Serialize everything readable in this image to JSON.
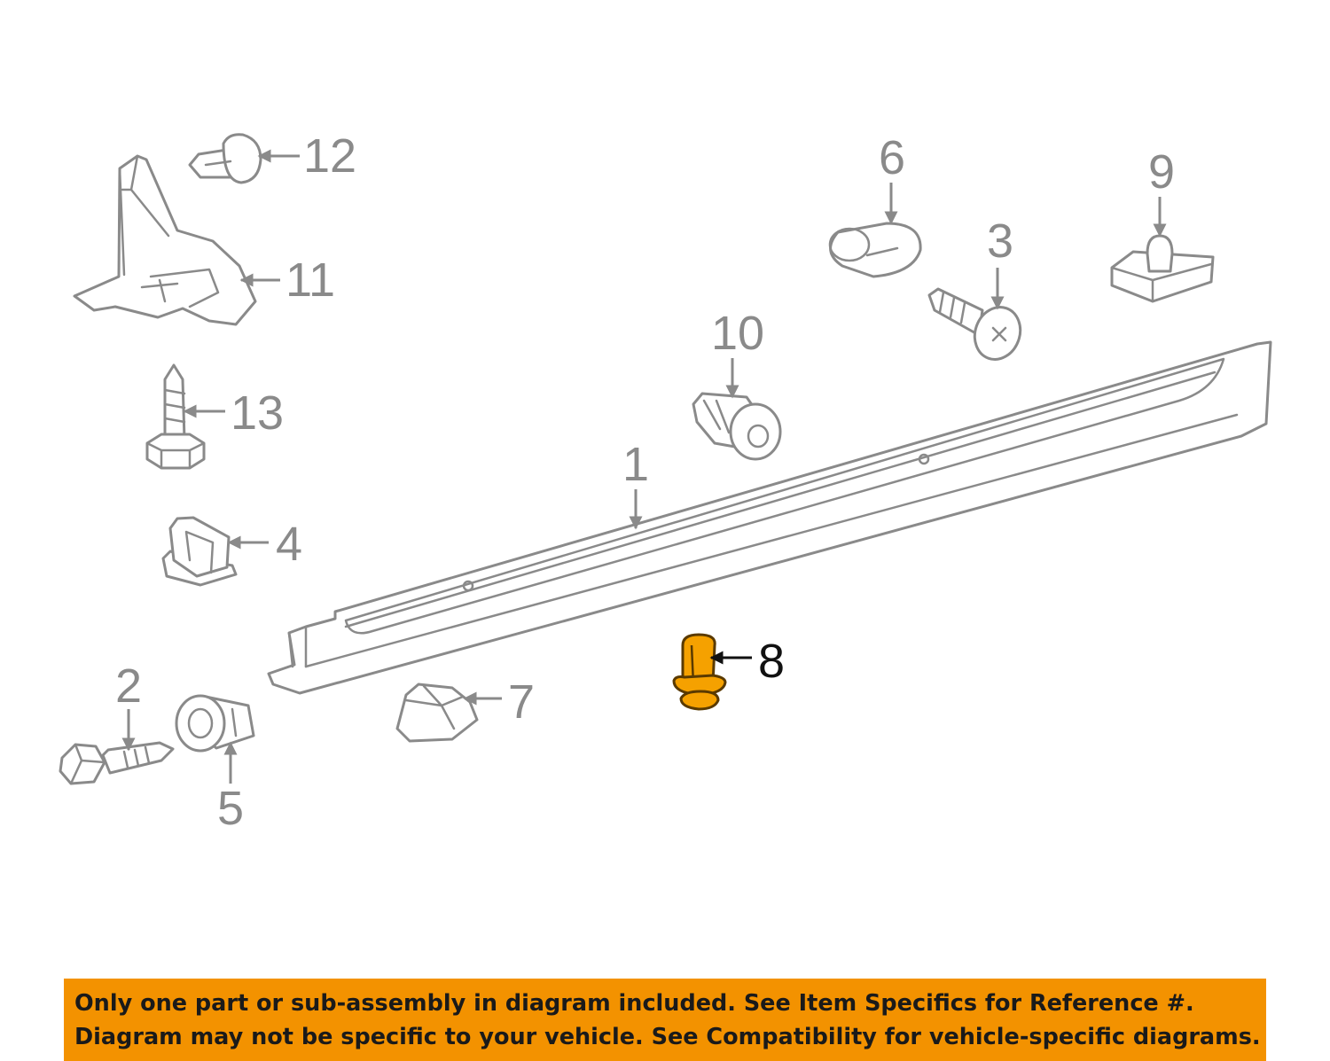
{
  "callouts": {
    "c1": "1",
    "c2": "2",
    "c3": "3",
    "c4": "4",
    "c5": "5",
    "c6": "6",
    "c7": "7",
    "c8": "8",
    "c9": "9",
    "c10": "10",
    "c11": "11",
    "c12": "12",
    "c13": "13"
  },
  "highlighted_part": "8",
  "colors": {
    "highlight": "#f5a100",
    "banner": "#f39200",
    "line_art": "#8a8a8a",
    "text": "#1a1a1a"
  },
  "banner": {
    "line1": "Only one part or sub-assembly in diagram included. See Item Specifics for Reference #.",
    "line2": "Diagram may not be specific to your vehicle. See Compatibility for vehicle-specific diagrams."
  }
}
